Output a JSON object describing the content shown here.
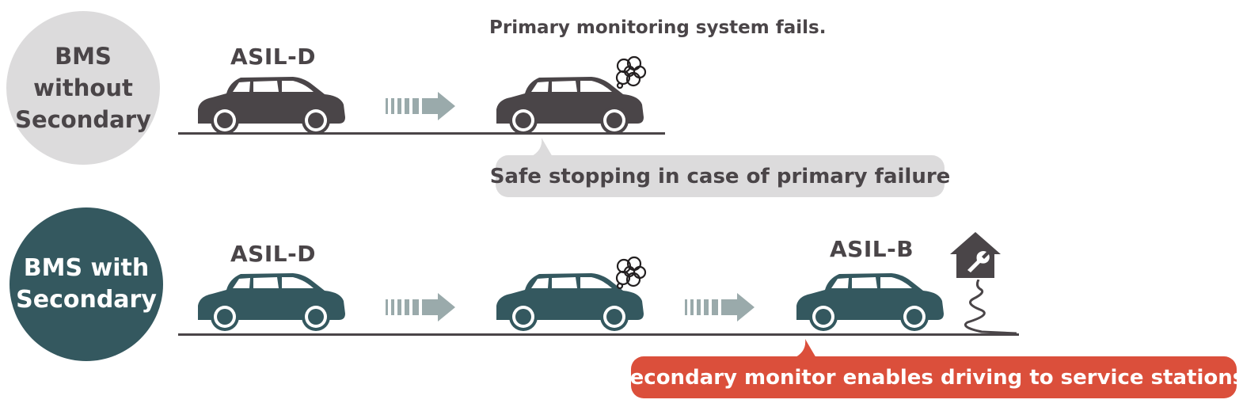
{
  "rows": [
    {
      "label": "BMS\nwithout\nSecondary",
      "asil": "ASIL-D"
    },
    {
      "label": "BMS with\nSecondary",
      "asil_first": "ASIL-D",
      "asil_last": "ASIL-B"
    }
  ],
  "caption_top": "Primary monitoring system fails.",
  "bubble_top": "Safe stopping in case of primary failure",
  "bubble_bottom": "Secondary monitor enables driving to service stations.",
  "colors": {
    "dark_car": "#4a4548",
    "teal_car": "#34585f",
    "gray_circle": "#dcdbdc",
    "teal_circle": "#34585f",
    "arrow": "#9aaaab",
    "red_bubble": "#db4f3b",
    "gray_bubble": "#dcdbdc"
  },
  "icons": [
    "car-icon",
    "arrow-right-icon",
    "smoke-icon",
    "service-house-wrench-icon",
    "winding-road-icon"
  ]
}
